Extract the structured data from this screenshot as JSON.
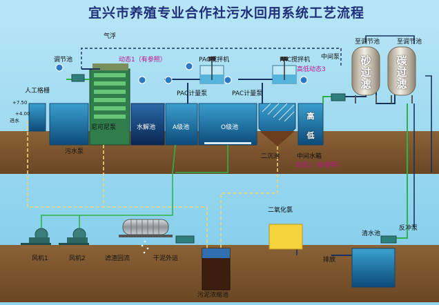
{
  "title": "宜兴市养殖专业合作社污水回用系统工艺流程",
  "colors": {
    "sky": "#8fd3ee",
    "ground": "#7a5530",
    "tank_water": "#1f6d9e",
    "pipe_green": "#2db24a",
    "pipe_dashed": "#f2d37a",
    "pipe_dark": "#1b3f73",
    "label_magenta": "#c0148c",
    "chlorine_yellow": "#f4d23c"
  },
  "labels": {
    "qifu": "气浮",
    "tiaojiechi": "调节池",
    "rengong_gezha": "人工格栅",
    "level1": "+7.50",
    "level2": "+4.00",
    "jinshui": "进水",
    "wushuibeng": "污水泵",
    "dongtai1": "动态1（有参照）",
    "nikebeng": "尼可尼泵",
    "pac_jiaobanji1": "PAC搅拌机",
    "pac_jiaobanji2": "PAC搅拌机",
    "pac_jiliangbeng1": "PAC计量泵",
    "pac_jiliangbeng2": "PAC计量泵",
    "shuijiechi": "水解池",
    "a_jichi": "A级池",
    "o_jichi": "O级池",
    "erchenchi": "二沉池",
    "zhongjianshuixiang": "中间水箱",
    "dongtai2": "动态2（有参照）",
    "gaodi_dongtai3": "高低动态3",
    "zhongjianbeng": "中间泵",
    "gao": "高",
    "di": "低",
    "zhi_tiaojiechi1": "至调节池",
    "zhi_tiaojiechi2": "至调节池",
    "shaguolv": "砂过滤",
    "tanguolv": "碳过滤",
    "eryanghualv": "二氧化氯",
    "qingshuichi": "清水池",
    "fanchongbeng": "反冲泵",
    "paifang": "排放",
    "fengji1": "风机1",
    "fengji2": "风机2",
    "luzhahuiliu": "滤渣回流",
    "ganniwaiyun": "干泥外运",
    "wunichi": "污泥浓缩池"
  },
  "icons": [
    "meter-icon",
    "pump-icon",
    "blower-icon",
    "mixer-icon",
    "filter-press-icon"
  ]
}
